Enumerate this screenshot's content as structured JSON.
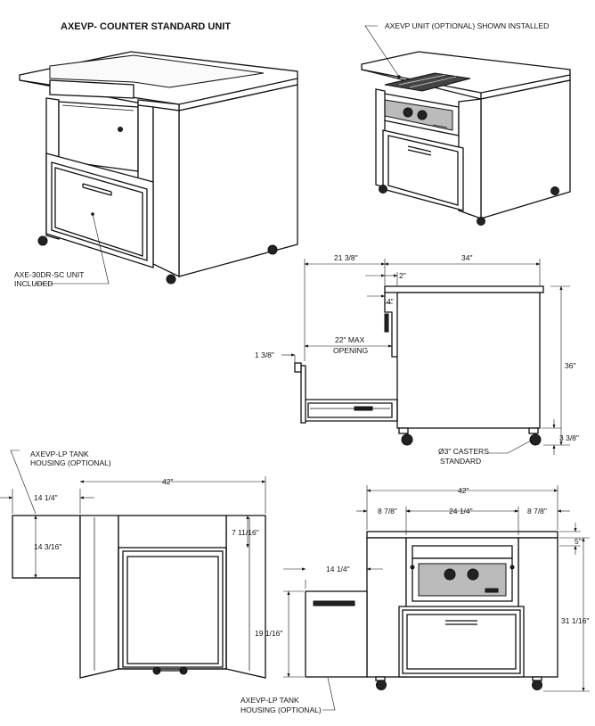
{
  "title": "AXEVP- COUNTER STANDARD UNIT",
  "labels": {
    "optional_installed": "AXEVP UNIT (OPTIONAL) SHOWN INSTALLED",
    "included_line1": "AXE-30DR-SC UNIT",
    "included_line2": "INCLUDED",
    "tank_top_line1": "AXEVP-LP TANK",
    "tank_top_line2": "HOUSING (OPTIONAL)",
    "tank_bottom_line1": "AXEVP-LP TANK",
    "tank_bottom_line2": "HOUSING (OPTIONAL)",
    "casters_line1": "Ø3\" CASTERS",
    "casters_line2": "STANDARD"
  },
  "side_view": {
    "depth_overhang": "21 3/8\"",
    "depth_total": "34\"",
    "offset_2": "2\"",
    "offset_4": "4\"",
    "max_opening_line1": "22\" MAX",
    "max_opening_line2": "OPENING",
    "handle": "1 3/8\"",
    "height": "36\"",
    "caster_height": "3 3/8\""
  },
  "plan_view": {
    "tank_width": "14 1/4\"",
    "tank_depth": "14 3/16\"",
    "width": "42\"",
    "side_depth": "7 11/16\""
  },
  "front_view": {
    "width": "42\"",
    "left_side": "8 7/8\"",
    "center": "24 1/4\"",
    "right_side": "8 7/8\"",
    "top_inset": "5\"",
    "tank_width": "14 1/4\"",
    "tank_height": "19 1/16\"",
    "height": "31 1/16\""
  }
}
